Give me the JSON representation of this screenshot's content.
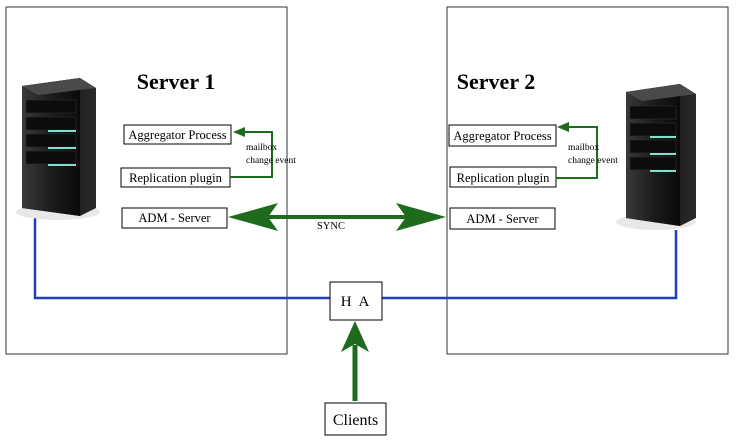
{
  "server1": {
    "title": "Server 1",
    "aggregator": "Aggregator Process",
    "replication": "Replication plugin",
    "adm": "ADM - Server",
    "event_line1": "mailbox",
    "event_line2": "change event"
  },
  "server2": {
    "title": "Server 2",
    "aggregator": "Aggregator Process",
    "replication": "Replication plugin",
    "adm": "ADM - Server",
    "event_line1": "mailbox",
    "event_line2": "change event"
  },
  "sync_label": "SYNC",
  "ha_label": "H A",
  "clients_label": "Clients",
  "colors": {
    "arrow_green": "#1e6b1e",
    "connector_blue": "#1f3fbf",
    "border": "#333333",
    "server_dark": "#141414",
    "server_light": "#7fe0d0"
  },
  "icons": [
    "server-tower-icon"
  ]
}
